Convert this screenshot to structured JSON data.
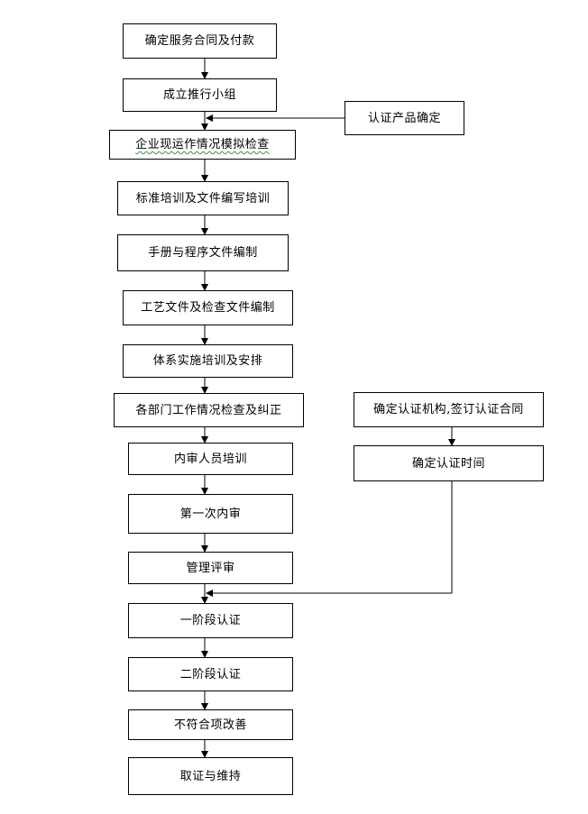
{
  "flowchart": {
    "main_steps": [
      "确定服务合同及付款",
      "成立推行小组",
      "企业现运作情况模拟检查",
      "标准培训及文件编写培训",
      "手册与程序文件编制",
      "工艺文件及检查文件编制",
      "体系实施培训及安排",
      "各部门工作情况检查及纠正",
      "内审人员培训",
      "第一次内审",
      "管理评审",
      "一阶段认证",
      "二阶段认证",
      "不符合项改善",
      "取证与维持"
    ],
    "side_steps": {
      "product_certification": "认证产品确定",
      "certification_body": "确定认证机构,签订认证合同",
      "certification_time": "确定认证时间"
    }
  },
  "colors": {
    "line": "#000000",
    "box_border": "#000000",
    "spellcheck_underline": "#2e9b2e"
  }
}
